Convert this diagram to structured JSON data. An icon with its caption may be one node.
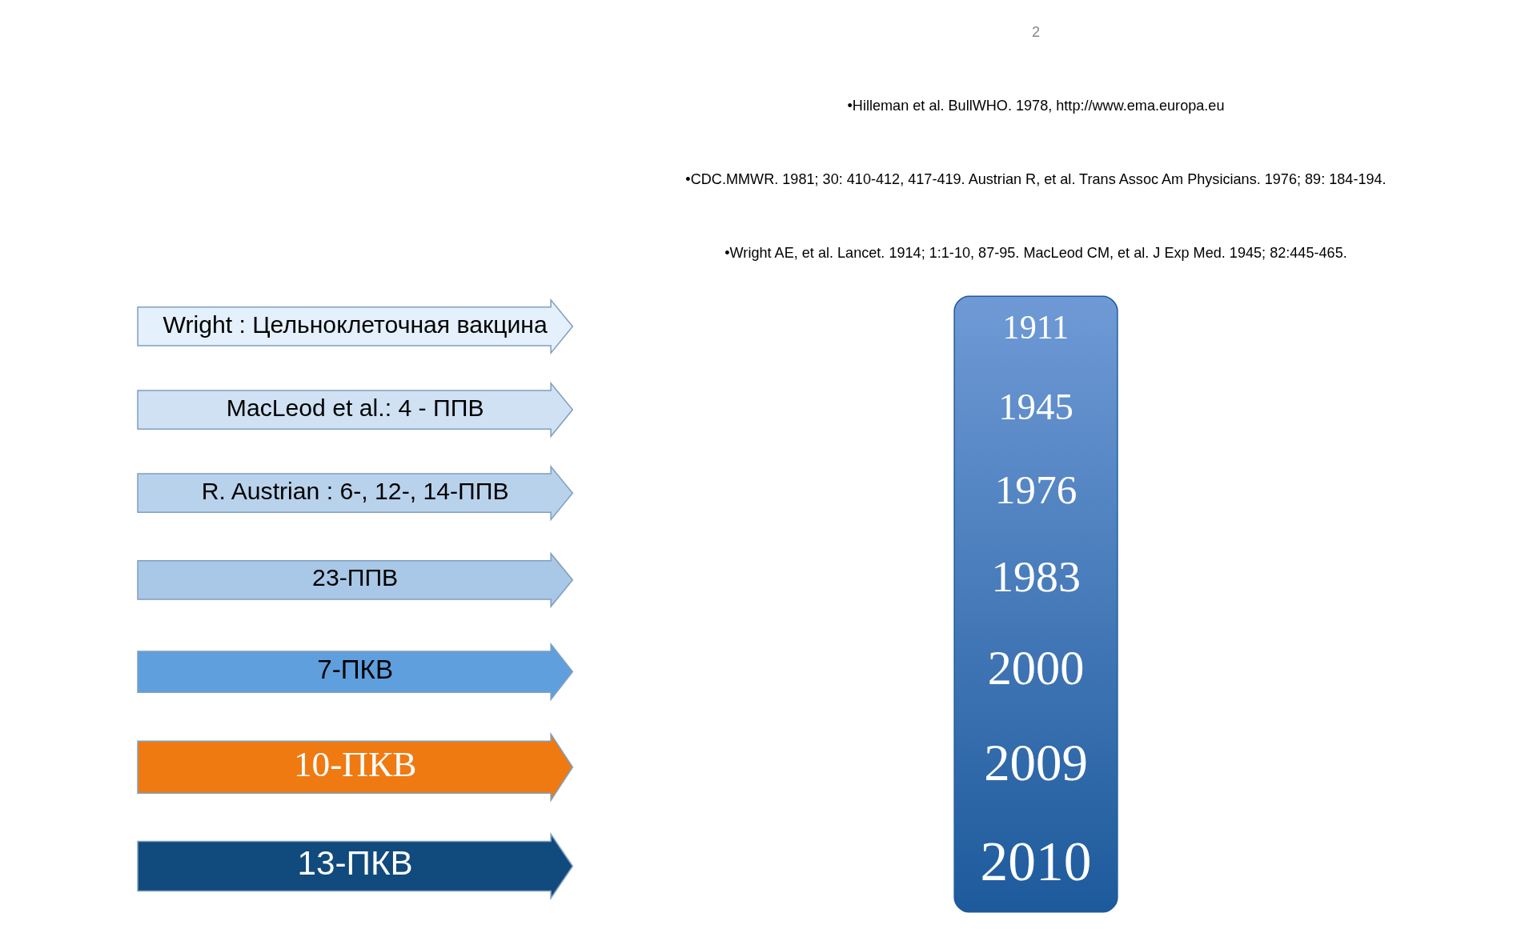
{
  "diagram": {
    "nodes": [
      {
        "text": [
          "Wright : Цельноклеточная вакцина"
        ]
      },
      {
        "text": [
          "MacLeod et al.: 4 - ППВ"
        ]
      },
      {
        "text": [
          "R. Austrian : 6-, 12-, 14-ППВ"
        ]
      },
      {
        "text": [
          "23-ППВ"
        ]
      },
      {
        "text": [
          "7-ПКВ"
        ]
      },
      {
        "text": [
          "10-ПКВ"
        ]
      },
      {
        "text": [
          "13-ПКВ"
        ]
      },
      {
        "text": [],
        "shape": "band"
      },
      {
        "text": [
          "1911"
        ],
        "in": 7
      },
      {
        "text": [
          "1945"
        ],
        "in": 7
      },
      {
        "text": [
          "1976"
        ],
        "in": 7
      },
      {
        "text": [
          "1983"
        ],
        "in": 7
      },
      {
        "text": [
          "2000"
        ],
        "in": 7
      },
      {
        "text": [
          "2009"
        ],
        "in": 7
      },
      {
        "text": [
          "2010"
        ],
        "in": 7
      }
    ],
    "edges": [],
    "labels": [
      "•Wright AE, et al. Lancet. 1914; 1:1-10, 87-95. MacLeod CM, et al. J Exp Med. 1945; 82:445-465.",
      "•CDC.MMWR. 1981; 30: 410-412, 417-419. Austrian R, et al. Trans Assoc Am Physicians. 1976; 89: 184-194.",
      "•Hilleman et al. BullWHO. 1978, http://www.ema.europa.eu",
      "2"
    ]
  }
}
